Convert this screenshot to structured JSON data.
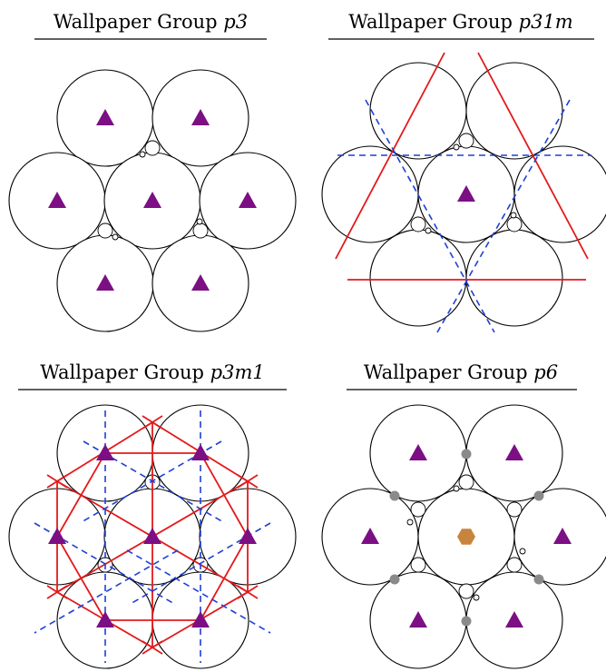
{
  "colors": {
    "triangle": "#7b0f83",
    "hexagon": "#c8843d",
    "twofold": "#8a8a8a",
    "mirror": "#e31a1c",
    "glide": "#1f3fd6"
  },
  "panels": [
    {
      "id": "p3",
      "title_prefix": "Wallpaper Group ",
      "title_symbol": "p3",
      "symbols": [
        "rotation-3-triangle"
      ]
    },
    {
      "id": "p31m",
      "title_prefix": "Wallpaper Group ",
      "title_symbol": "p31m",
      "symbols": [
        "rotation-3-triangle",
        "mirror-line",
        "glide-line"
      ]
    },
    {
      "id": "p3m1",
      "title_prefix": "Wallpaper Group ",
      "title_symbol": "p3m1",
      "symbols": [
        "rotation-3-triangle",
        "mirror-line",
        "glide-line"
      ]
    },
    {
      "id": "p6",
      "title_prefix": "Wallpaper Group ",
      "title_symbol": "p6",
      "symbols": [
        "rotation-6-hexagon",
        "rotation-3-triangle",
        "rotation-2-dot"
      ]
    }
  ]
}
